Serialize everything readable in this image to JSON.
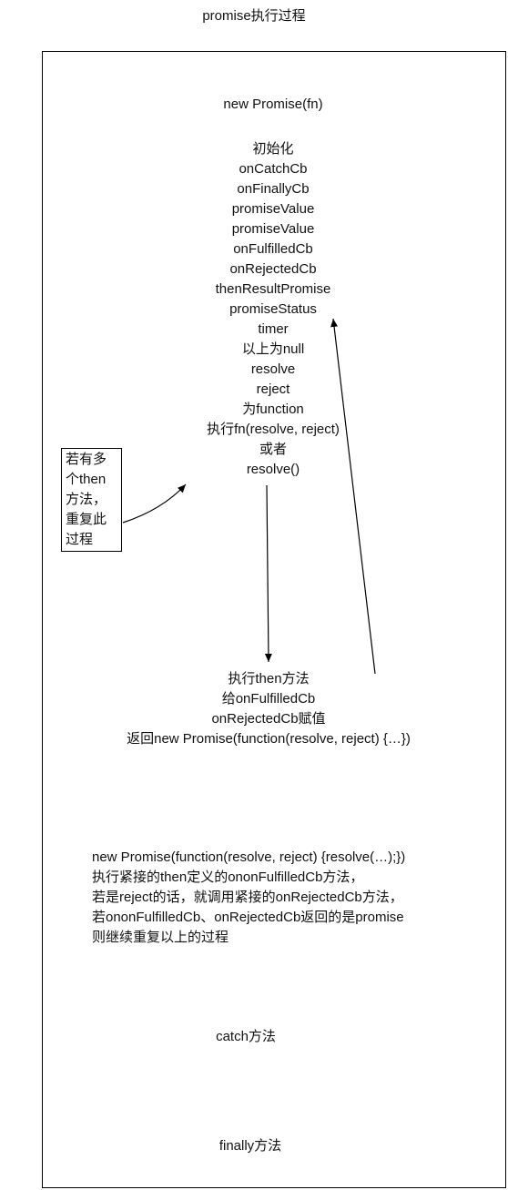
{
  "title": "promise执行过程",
  "constructor_label": "new Promise(fn)",
  "init_lines": [
    "初始化",
    "onCatchCb",
    "onFinallyCb",
    "promiseValue",
    "promiseValue",
    "onFulfilledCb",
    "onRejectedCb",
    "thenResultPromise",
    "promiseStatus",
    "timer",
    "以上为null",
    "resolve",
    "reject",
    "为function",
    "执行fn(resolve, reject)",
    "或者",
    "resolve()"
  ],
  "side_note_lines": [
    "若有多",
    "个then",
    "方法，",
    "重复此",
    "过程"
  ],
  "then_lines": [
    "执行then方法",
    "给onFulfilledCb",
    "onRejectedCb赋值",
    "返回new Promise(function(resolve, reject) {…})"
  ],
  "resolve_lines": [
    "new Promise(function(resolve, reject) {resolve(…);})",
    "执行紧接的then定义的ononFulfilledCb方法，",
    "若是reject的话，就调用紧接的onRejectedCb方法，",
    "若ononFulfilledCb、onRejectedCb返回的是promise",
    "则继续重复以上的过程"
  ],
  "catch_label": "catch方法",
  "finally_label": "finally方法"
}
